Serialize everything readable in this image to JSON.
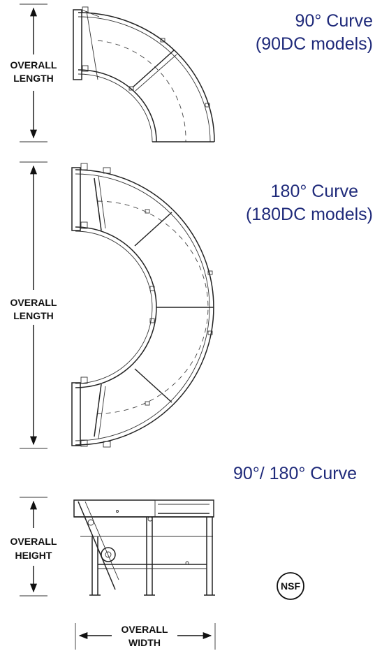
{
  "curve90": {
    "caption_line1": "90° Curve",
    "caption_line2": "(90DC models)",
    "dim_line1": "OVERALL",
    "dim_line2": "LENGTH"
  },
  "curve180": {
    "caption_line1": "180° Curve",
    "caption_line2": "(180DC models)",
    "dim_line1": "OVERALL",
    "dim_line2": "LENGTH"
  },
  "side_view": {
    "caption": "90°/ 180° Curve",
    "height_line1": "OVERALL",
    "height_line2": "HEIGHT",
    "width_line1": "OVERALL",
    "width_line2": "WIDTH"
  },
  "nsf_logo": {
    "text": "NSF"
  }
}
